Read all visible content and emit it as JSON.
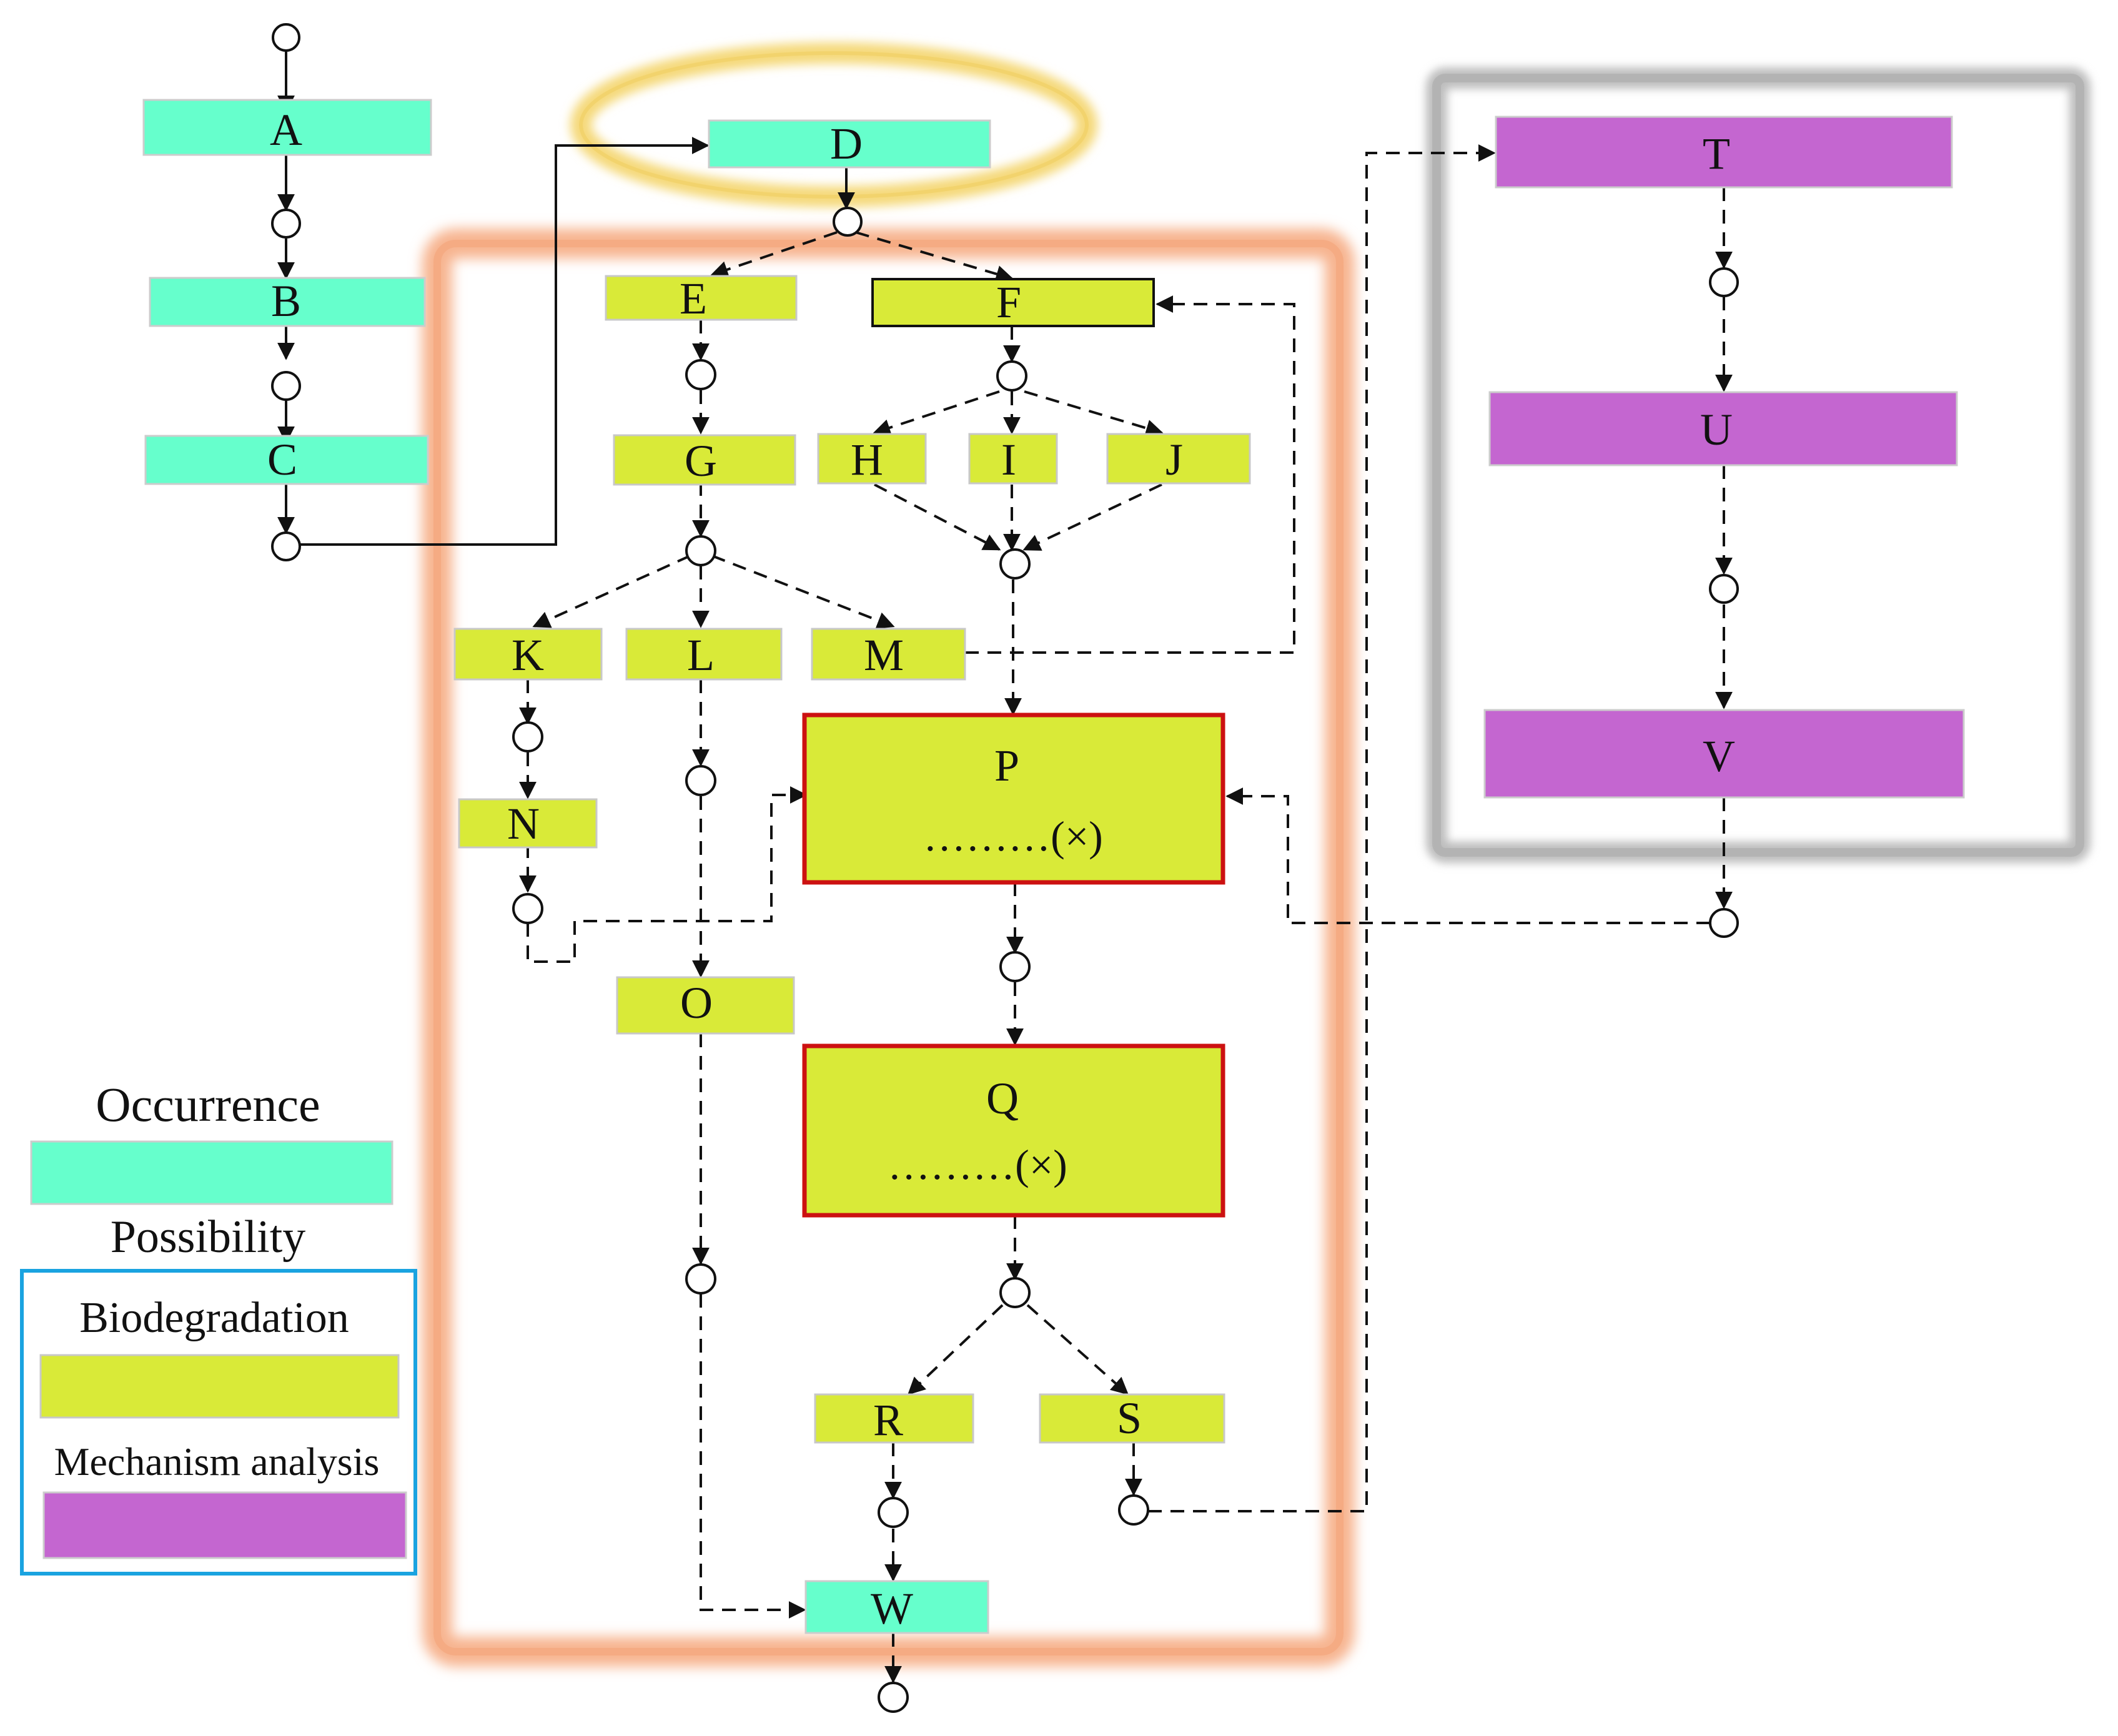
{
  "colors": {
    "occurrence": "#66ffcc",
    "biodegradation": "#d9ea38",
    "mechanism": "#c466d0",
    "red_border": "#cc1111",
    "orange_glow": "#f7b48f",
    "yellow_glow": "#f5d97a",
    "gray_frame": "#bdbdbd",
    "legend_border": "#1aa3e0"
  },
  "nodes": {
    "A": "A",
    "B": "B",
    "C": "C",
    "D": "D",
    "E": "E",
    "F": "F",
    "G": "G",
    "H": "H",
    "I": "I",
    "J": "J",
    "K": "K",
    "L": "L",
    "M": "M",
    "N": "N",
    "O": "O",
    "P": "P",
    "P_note": "………(×)",
    "Q": "Q",
    "Q_note": "………(×)",
    "R": "R",
    "S": "S",
    "T": "T",
    "U": "U",
    "V": "V",
    "W": "W"
  },
  "legend": {
    "occurrence": "Occurrence",
    "possibility": "Possibility",
    "biodegradation": "Biodegradation",
    "mechanism": "Mechanism analysis"
  }
}
